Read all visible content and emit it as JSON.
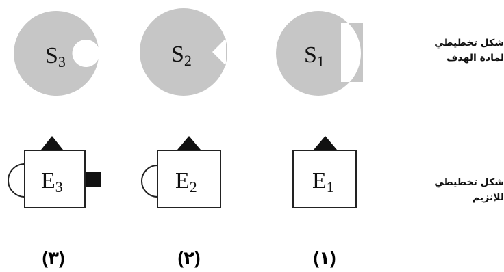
{
  "row_labels": {
    "substrate": {
      "line1": "شكل تخطيطي",
      "line2": "لمادة الهدف"
    },
    "enzyme": {
      "line1": "شكل تخطيطي",
      "line2": "للإنزيم"
    }
  },
  "substrates": [
    {
      "base": "S",
      "sub": "3",
      "notch": "round"
    },
    {
      "base": "S",
      "sub": "2",
      "notch": "triangle"
    },
    {
      "base": "S",
      "sub": "1",
      "notch": "square"
    }
  ],
  "enzymes": [
    {
      "base": "E",
      "sub": "3",
      "left_arc": true,
      "right_block": true
    },
    {
      "base": "E",
      "sub": "2",
      "left_arc": true,
      "right_block": false
    },
    {
      "base": "E",
      "sub": "1",
      "left_arc": false,
      "right_block": false
    }
  ],
  "numbers": [
    "(٣)",
    "(٢)",
    "(١)"
  ],
  "colors": {
    "substrate_fill": "#c6c6c6",
    "enzyme_stroke": "#222222",
    "triangle_fill": "#111111"
  }
}
